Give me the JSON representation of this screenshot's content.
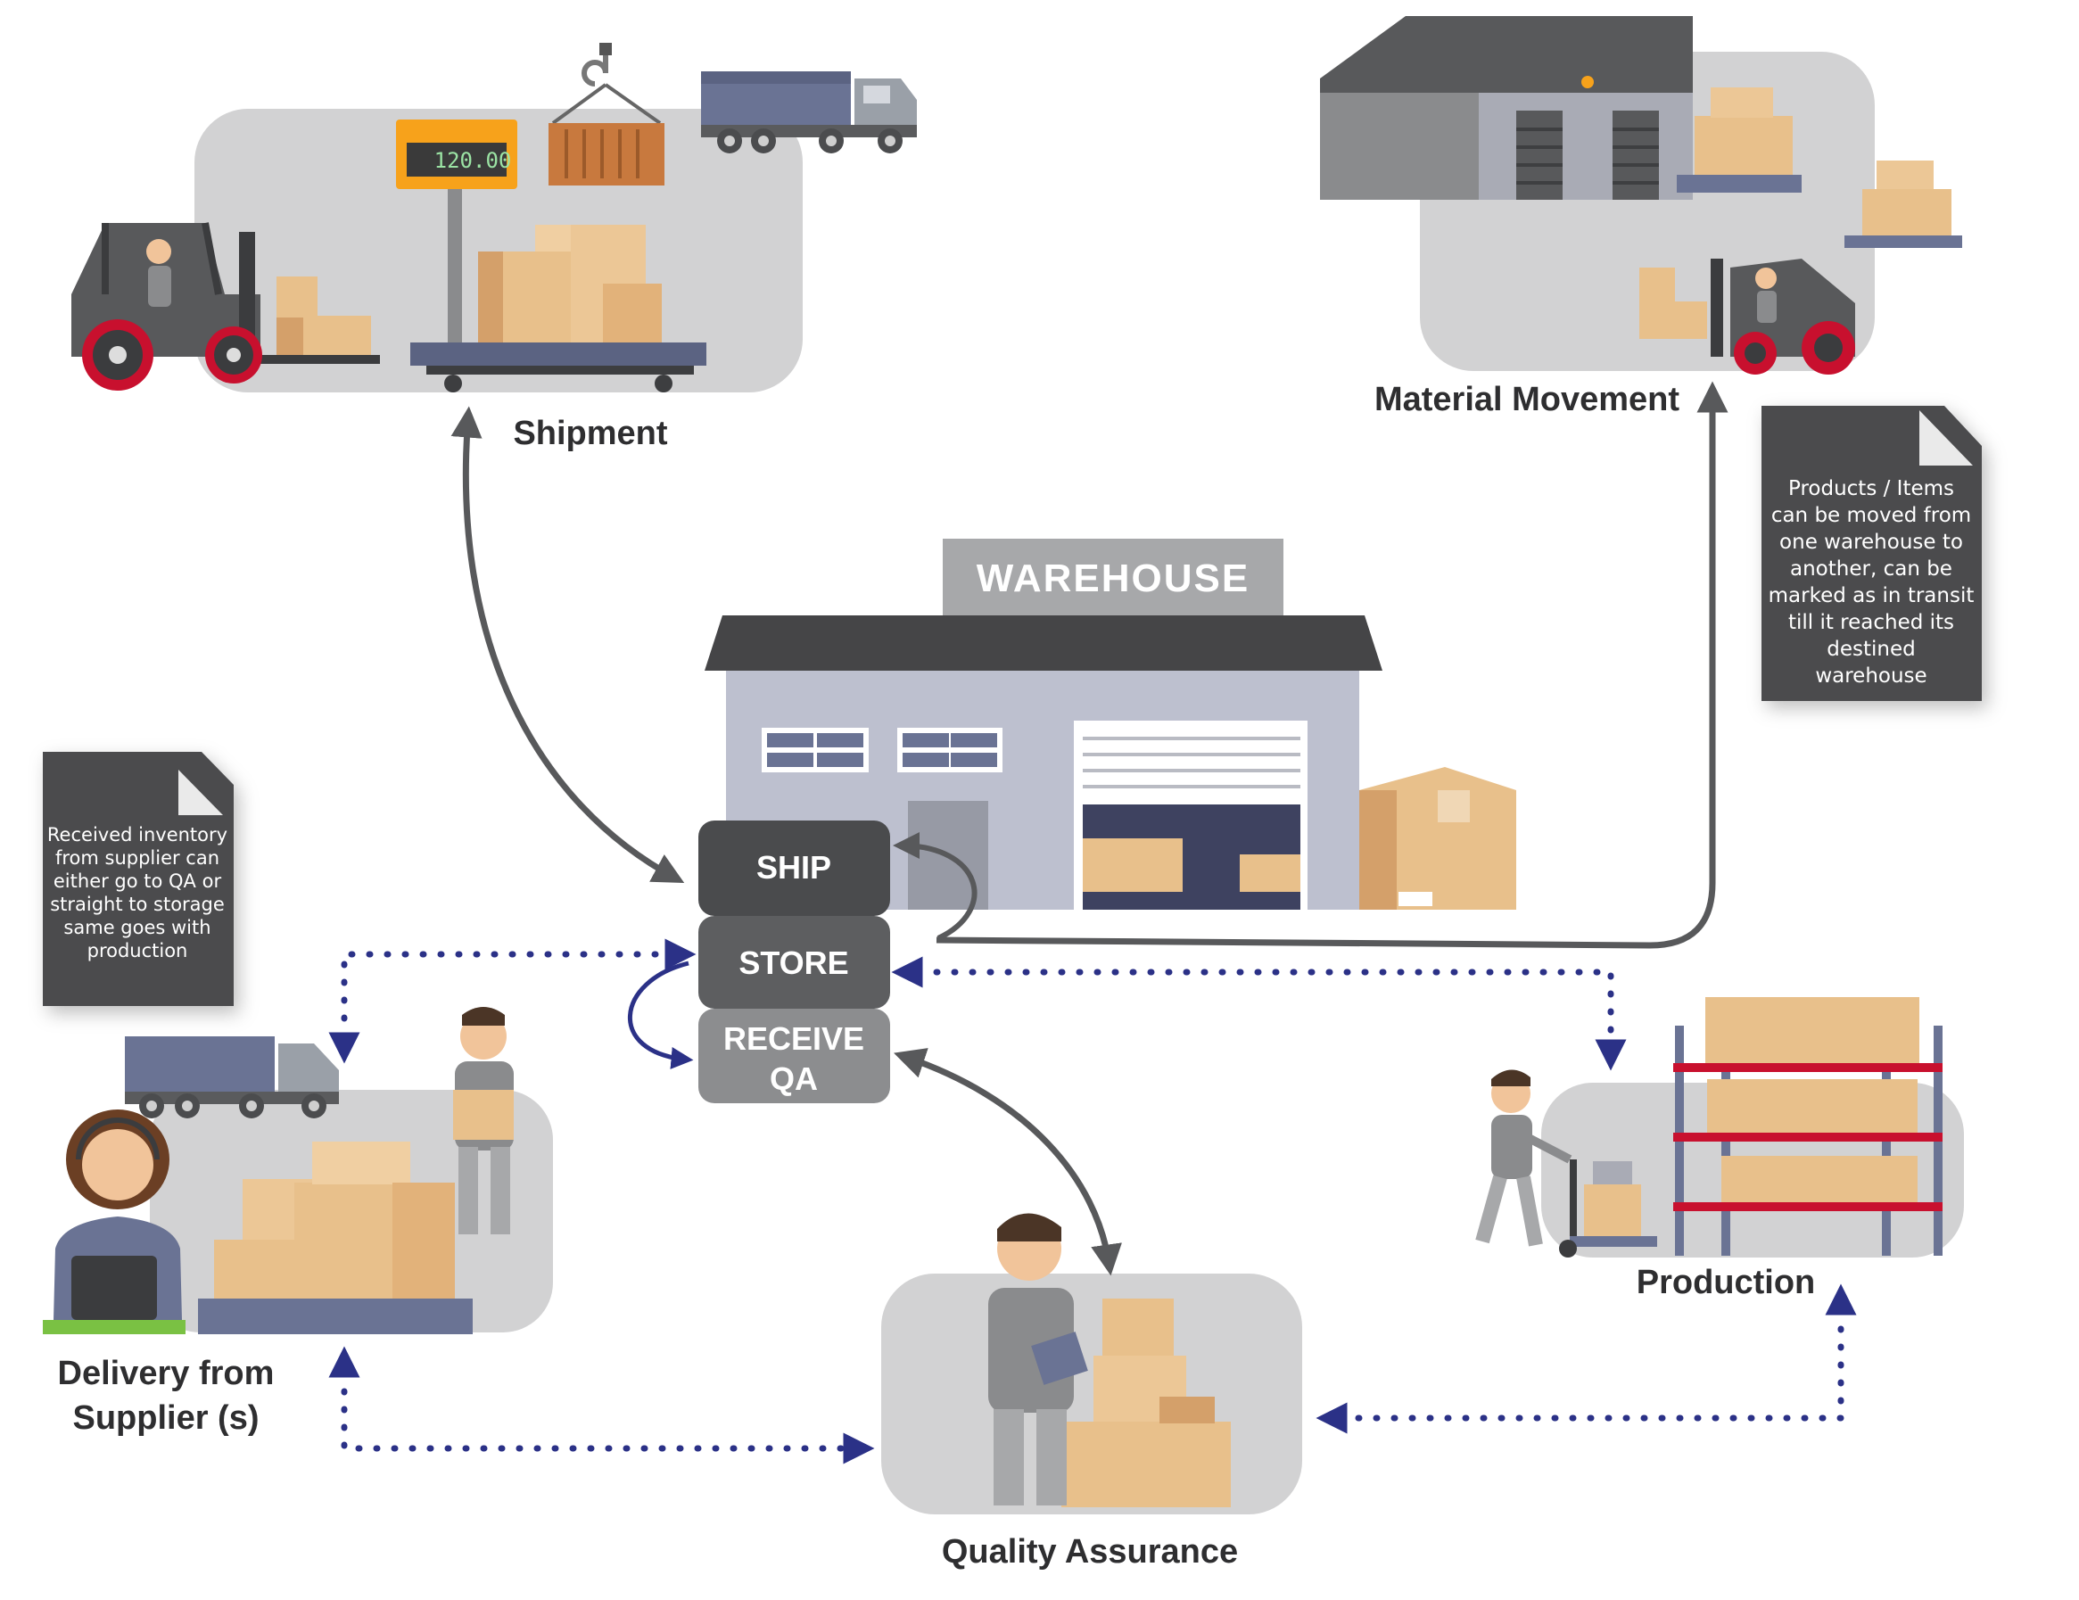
{
  "title": "WAREHOUSE",
  "scale_readout": "120.00",
  "stages": {
    "ship": "SHIP",
    "store": "STORE",
    "receive_line1": "RECEIVE",
    "receive_line2": "QA"
  },
  "nodes": {
    "shipment": "Shipment",
    "material_movement": "Material Movement",
    "production": "Production",
    "quality_assurance": "Quality Assurance",
    "delivery_line1": "Delivery from",
    "delivery_line2": "Supplier (s)"
  },
  "notes": {
    "supplier_note": [
      "Received inventory",
      "from supplier can",
      "either go to QA or",
      "straight to storage",
      "same goes with",
      "production"
    ],
    "movement_note": [
      "Products / Items",
      "can be moved from",
      "one warehouse to",
      "another, can be",
      "marked as in transit",
      "till it reached its",
      "destined",
      "warehouse"
    ]
  },
  "colors": {
    "dark_label": "#2e2e30",
    "ship_button": "#4a4b4d",
    "store_button": "#5d5e60",
    "receive_button": "#8c8d8f",
    "solid_arrow": "#58595b",
    "dotted_arrow": "#2b3187",
    "blue_arrow": "#2b3187",
    "panel_gray": "#d2d2d3",
    "box_tan": "#e8c08b",
    "note_dark": "#4b4c4e"
  },
  "icons": [
    "warehouse-building",
    "forklift-icon",
    "truck-icon",
    "scale-icon",
    "crane-hook-icon",
    "worker-icon",
    "operator-headset-icon",
    "shelf-rack-icon",
    "pallet-jack-icon",
    "cardboard-box-icon",
    "note-page-icon"
  ]
}
